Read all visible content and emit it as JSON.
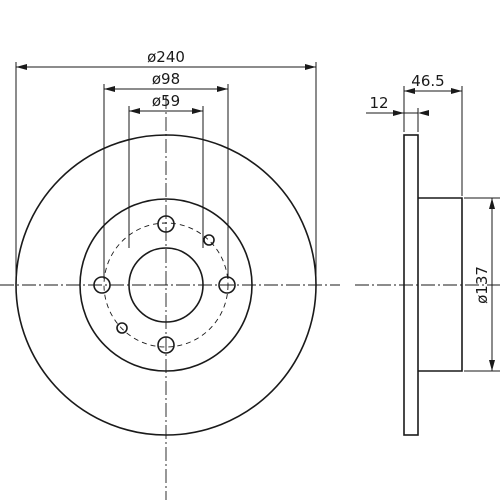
{
  "dimensions": {
    "outer_diameter": "ø240",
    "bolt_circle": "ø98",
    "hub_bore": "ø59",
    "overall_height": "46.5",
    "disc_thickness": "12",
    "hat_diameter": "ø137"
  }
}
